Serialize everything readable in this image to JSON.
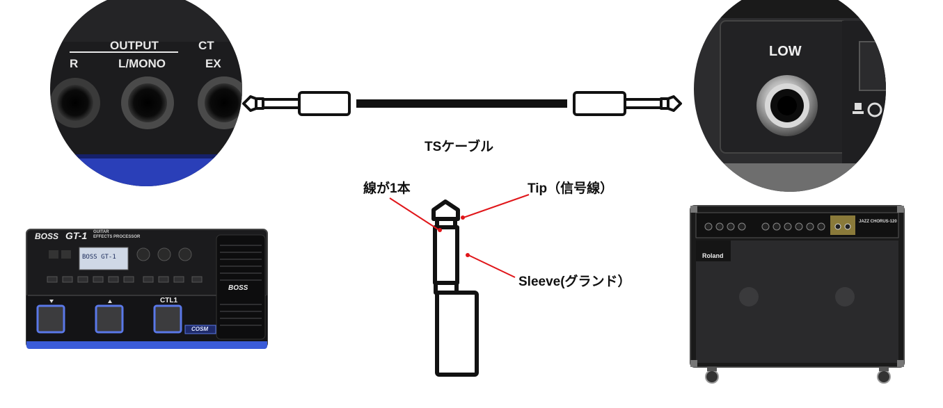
{
  "cable": {
    "label": "TSケーブル"
  },
  "plug": {
    "wire_note": "線が1本",
    "tip_label": "Tip（信号線）",
    "sleeve_label": "Sleeve(グランド）"
  },
  "output_panel": {
    "section_label": "OUTPUT",
    "jack_r": "R",
    "jack_lmono": "L/MONO",
    "partial_ct": "CT",
    "partial_ex": "EX"
  },
  "amp_input": {
    "label": "LOW"
  },
  "effects_unit": {
    "brand": "BOSS",
    "model": "GT-1",
    "subtitle_1": "GUITAR",
    "subtitle_2": "EFFECTS PROCESSOR",
    "lcd_line_1": "BOSS GT-1",
    "footswitch_3": "CTL1",
    "badge": "COSM"
  },
  "amplifier": {
    "brand": "Roland",
    "model": "JAZZ CHORUS-120"
  },
  "colors": {
    "signal_line": "#e0161a",
    "cable": "#111111",
    "unit_accent": "#3a5bd8"
  }
}
